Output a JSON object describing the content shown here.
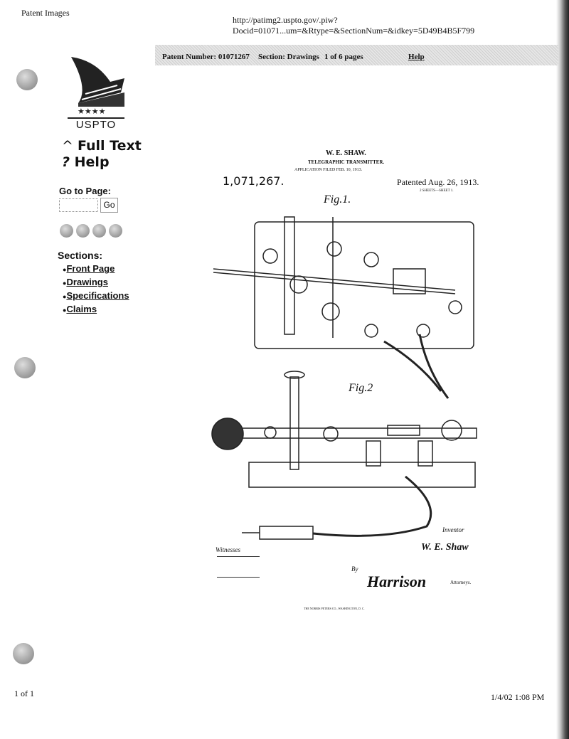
{
  "print_header": {
    "title": "Patent Images",
    "url": "http://patimg2.uspto.gov/.piw?Docid=01071...um=&Rtype=&SectionNum=&idkey=5D49B4B5F799"
  },
  "print_footer": {
    "page": "1 of 1",
    "datetime": "1/4/02 1:08 PM"
  },
  "sidebar": {
    "logo_text": "USPTO",
    "full_text": "Full Text",
    "help": "Help",
    "goto_label": "Go to Page:",
    "goto_value": "",
    "go_button": "Go",
    "sections_label": "Sections:",
    "sections": [
      "Front Page",
      "Drawings",
      "Specifications",
      "Claims"
    ]
  },
  "patent_bar": {
    "number": "Patent Number: 01071267",
    "section": "Section: Drawings",
    "pages": "1 of 6 pages",
    "help": "Help"
  },
  "drawing": {
    "inventor_header": "W. E. SHAW.",
    "title": "TELEGRAPHIC TRANSMITTER.",
    "application": "APPLICATION FILED FEB. 10, 1913.",
    "patent_no": "1,071,267.",
    "patented": "Patented Aug. 26, 1913.",
    "sheets": "2 SHEETS—SHEET 1.",
    "fig1": "Fig.1.",
    "fig2": "Fig.2",
    "witnesses": "Witnesses",
    "inventor_label": "Inventor",
    "inventor_sig": "W. E. Shaw",
    "by": "By",
    "attorney_sig": "Harrison",
    "attorneys": "Attorneys.",
    "printer": "THE NORRIS PETERS CO., WASHINGTON, D. C."
  }
}
